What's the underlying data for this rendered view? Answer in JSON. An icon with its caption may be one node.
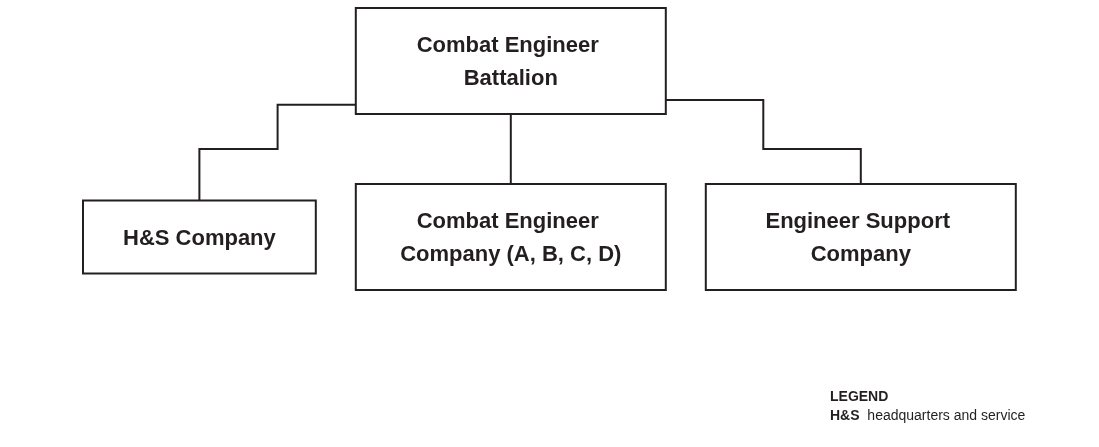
{
  "diagram": {
    "nodes": [
      {
        "text": [
          "Combat Engineer Battalion"
        ]
      },
      {
        "text": [
          "H&S Company"
        ]
      },
      {
        "text": [
          "Combat Engineer Company (A, B, C, D)"
        ]
      },
      {
        "text": [
          "Engineer Support Company"
        ]
      }
    ],
    "edges": [
      {
        "from": 0,
        "to": 1,
        "arrow": "none"
      },
      {
        "from": 0,
        "to": 2,
        "arrow": "none"
      },
      {
        "from": 0,
        "to": 3,
        "arrow": "none"
      }
    ],
    "labels": [
      "LEGEND",
      "H&S",
      "headquarters and service"
    ]
  }
}
